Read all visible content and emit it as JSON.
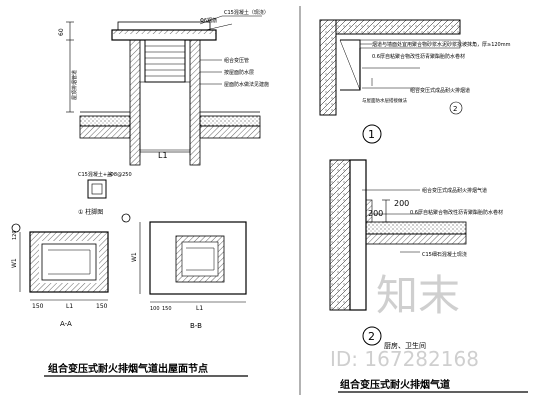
{
  "main_title": "组合变压式耐火排烟气道出屋面节点",
  "right_title": "组合变压式耐火排烟气道",
  "cap_plan_label": "① 柱脚图",
  "section_labels": {
    "a": "A-A",
    "b": "B-B"
  },
  "node_numbers": {
    "one": "1",
    "two": "2"
  },
  "left_notes": {
    "note_top": "Φ6钢筋",
    "note_cap": "C15混凝土（现浇）",
    "note_sleeve": "组合变压管",
    "note_bolt": "Φ8@250",
    "note_c15": "C15混凝土+盖",
    "note_waterproof": "按屋面防水层",
    "note_slab": "屋面防水做法见建施",
    "roof_text": "屋顶排烟管道"
  },
  "dimensions": {
    "d60": "60",
    "d150": "150",
    "d120": "120",
    "d100": "100",
    "d200": "200",
    "L1": "L1",
    "W1": "W1"
  },
  "detail1_notes": {
    "line1": "烟道与墙面处宜用聚合物砂浆水泥砂浆找坡抹角，厚≥120mm",
    "line2": "0.6厚自粘聚合物改性沥青聚酯胎防水卷材",
    "line3": "组合变压式成品耐火排烟道",
    "line4": "与屋面防水层搭接做法"
  },
  "detail2_notes": {
    "line1": "组合变压式成品耐火排烟气道",
    "line2": "0.6厚自粘聚合物改性沥青聚酯胎防水卷材",
    "line3": "C15细石混凝土现浇",
    "line4": "厨房、卫生间"
  },
  "watermark": {
    "logo": "知末",
    "id": "ID: 167282168"
  }
}
